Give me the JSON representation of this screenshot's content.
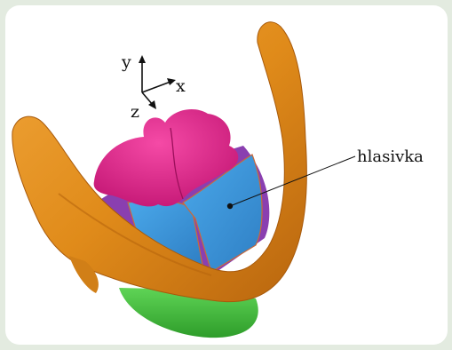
{
  "figure": {
    "callout_label": "hlasivka",
    "axes": {
      "x": "x",
      "y": "y",
      "z": "z"
    }
  },
  "colors": {
    "page_background": "#e3ebe0",
    "card_background": "#ffffff",
    "thyroid_cartilage": "#e08b1a",
    "thyroid_shadow": "#b8650e",
    "arytenoid": "#e0218a",
    "vocal_fold": "#3a96dd",
    "purple_tissue": "#8a3fb0",
    "cricoid": "#3fbf3a"
  }
}
